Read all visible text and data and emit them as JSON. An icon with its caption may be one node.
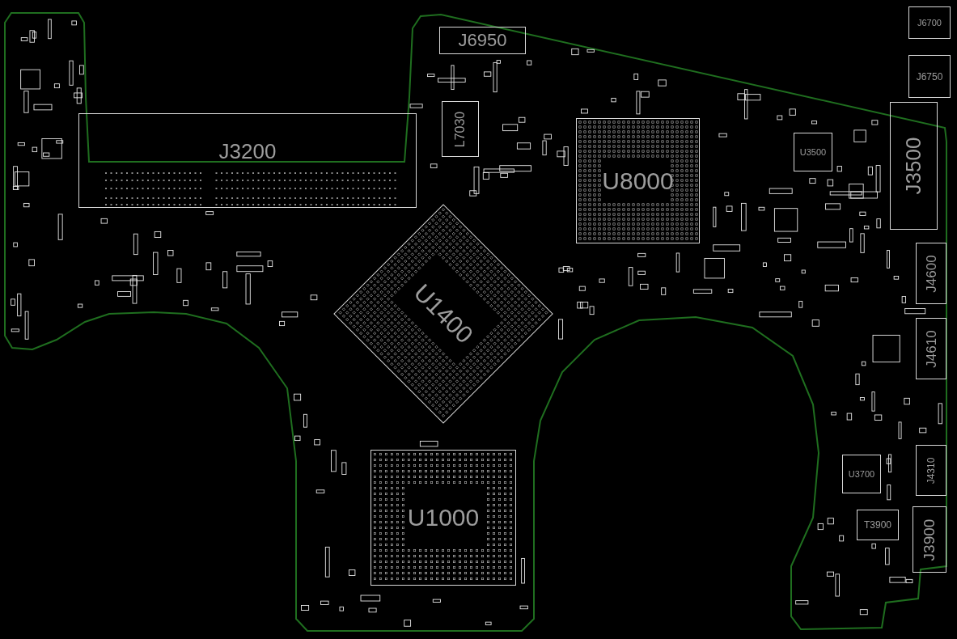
{
  "diagram": {
    "nodes": [
      {
        "text": [
          "J6950"
        ]
      },
      {
        "text": [
          "J3200"
        ]
      },
      {
        "text": [
          "L7030"
        ]
      },
      {
        "text": [
          "U8000"
        ]
      },
      {
        "text": [
          "U1400"
        ]
      },
      {
        "text": [
          "U1000"
        ]
      },
      {
        "text": [
          "J6700"
        ]
      },
      {
        "text": [
          "J6750"
        ]
      },
      {
        "text": [
          "J3500"
        ]
      },
      {
        "text": [
          "U3500"
        ]
      },
      {
        "text": [
          "J4600"
        ]
      },
      {
        "text": [
          "J4610"
        ]
      },
      {
        "text": [
          "J4310"
        ]
      },
      {
        "text": [
          "U3700"
        ]
      },
      {
        "text": [
          "T3900"
        ]
      },
      {
        "text": [
          "J3900"
        ]
      }
    ]
  }
}
